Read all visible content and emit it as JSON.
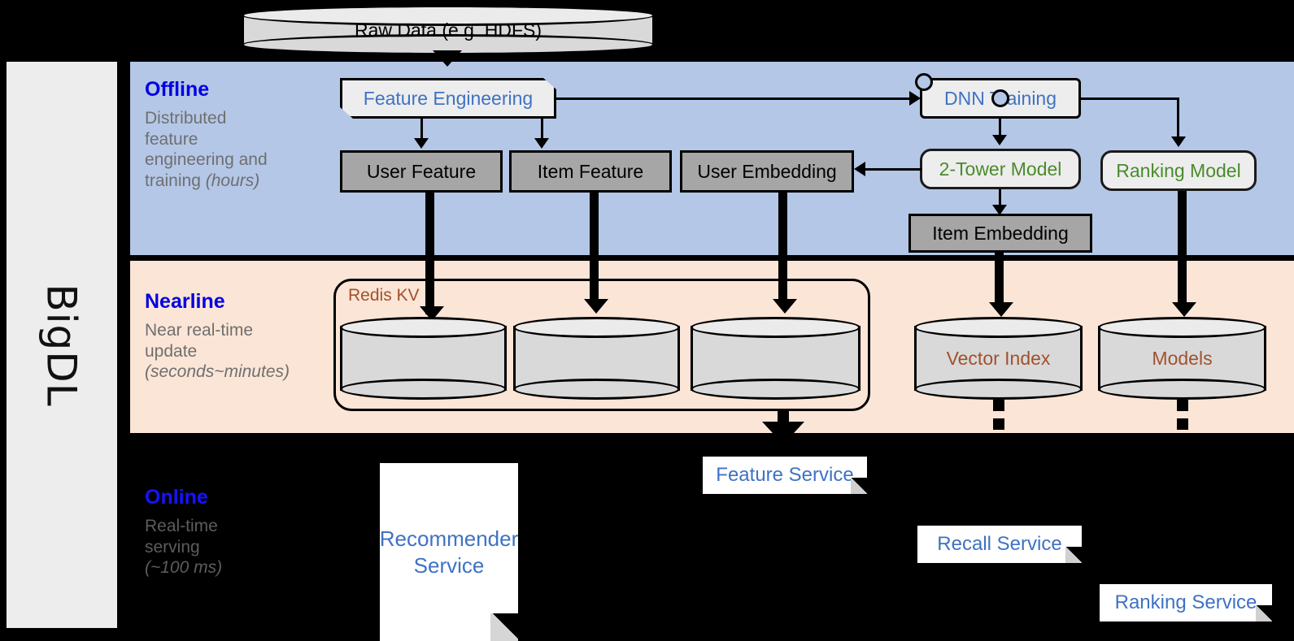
{
  "framework": {
    "name": "BigDL"
  },
  "top": {
    "raw_data": {
      "label": "Raw Data (e.g. HDFS)",
      "shape": "cylinder"
    }
  },
  "bands": [
    {
      "id": "offline",
      "title": "Offline",
      "description_line1": "Distributed",
      "description_line2": "feature",
      "description_line3": "engineering and",
      "description_line4": "training ",
      "description_emphasis": "(hours)",
      "background": "#b4c7e7"
    },
    {
      "id": "nearline",
      "title": "Nearline",
      "description_line1": "Near real-time",
      "description_line2": "update",
      "description_emphasis": "(seconds~minutes)",
      "background": "#fbe5d6"
    },
    {
      "id": "online",
      "title": "Online",
      "description_line1": "Real-time",
      "description_line2": "serving",
      "description_emphasis": "(~100 ms)",
      "background": "#000000"
    }
  ],
  "offline_nodes": {
    "feature_engineering": {
      "label": "Feature Engineering",
      "text_color": "#3f72c4"
    },
    "dnn_training": {
      "label": "DNN Training",
      "text_color": "#3f72c4"
    },
    "user_feature": {
      "label": "User Feature",
      "text_color": "#000000"
    },
    "item_feature": {
      "label": "Item Feature",
      "text_color": "#000000"
    },
    "user_embedding": {
      "label": "User Embedding",
      "text_color": "#000000"
    },
    "two_tower_model": {
      "label": "2-Tower Model",
      "text_color": "#4a8b2c"
    },
    "ranking_model": {
      "label": "Ranking Model",
      "text_color": "#4a8b2c"
    },
    "item_embedding": {
      "label": "Item Embedding",
      "text_color": "#000000"
    }
  },
  "nearline_nodes": {
    "redis_kv": {
      "label": "Redis KV",
      "text_color": "#a0522d"
    },
    "store_1": {
      "label": ""
    },
    "store_2": {
      "label": ""
    },
    "store_3": {
      "label": ""
    },
    "vector_index": {
      "label": "Vector Index",
      "text_color": "#a0522d"
    },
    "models": {
      "label": "Models",
      "text_color": "#a0522d"
    }
  },
  "online_nodes": {
    "recommender_service": {
      "label_line1": "Recommender",
      "label_line2": "Service",
      "text_color": "#3f72c4"
    },
    "feature_service": {
      "label": "Feature Service",
      "text_color": "#3f72c4"
    },
    "recall_service": {
      "label": "Recall Service",
      "text_color": "#3f72c4"
    },
    "ranking_service": {
      "label": "Ranking Service",
      "text_color": "#3f72c4"
    }
  },
  "colors": {
    "offline_band": "#b4c7e7",
    "nearline_band": "#fbe5d6",
    "online_band": "#000000",
    "grey_box": "#a6a6a6",
    "light_box": "#ededed",
    "cylinder": "#d9d9d9",
    "title_blue": "#0000e0",
    "label_blue": "#3f72c4",
    "label_green": "#4a8b2c",
    "label_brown": "#a0522d"
  }
}
